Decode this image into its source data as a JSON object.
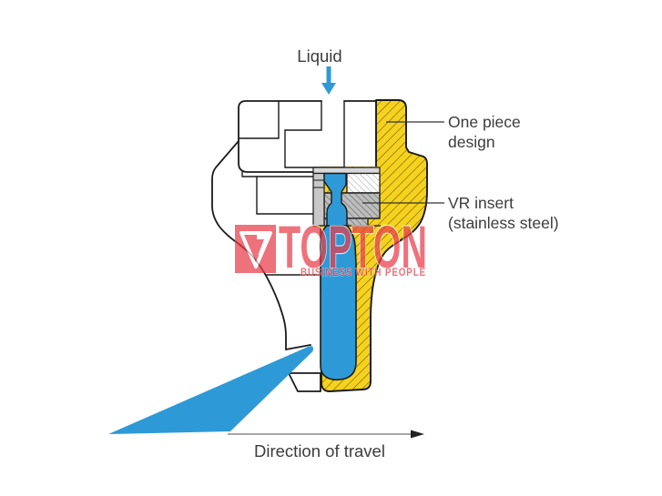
{
  "title": "Spray nozzle cross-section diagram",
  "labels": {
    "liquid": "Liquid",
    "one_piece": [
      "One piece",
      "design"
    ],
    "vr_insert": [
      "VR insert",
      "(stainless steel)"
    ],
    "direction_of_travel": "Direction of travel"
  },
  "watermark": {
    "brand": "TOPTON",
    "slogan": "BUSINESS WITH PEOPLE"
  },
  "colors": {
    "liquid_blue": "#2D9AD7",
    "body_yellow": "#F6D21F",
    "insert_gray": "#BDBDBD",
    "outline": "#1A1A1A",
    "label_text": "#3C3C3C",
    "watermark_red": "#E83D49"
  }
}
